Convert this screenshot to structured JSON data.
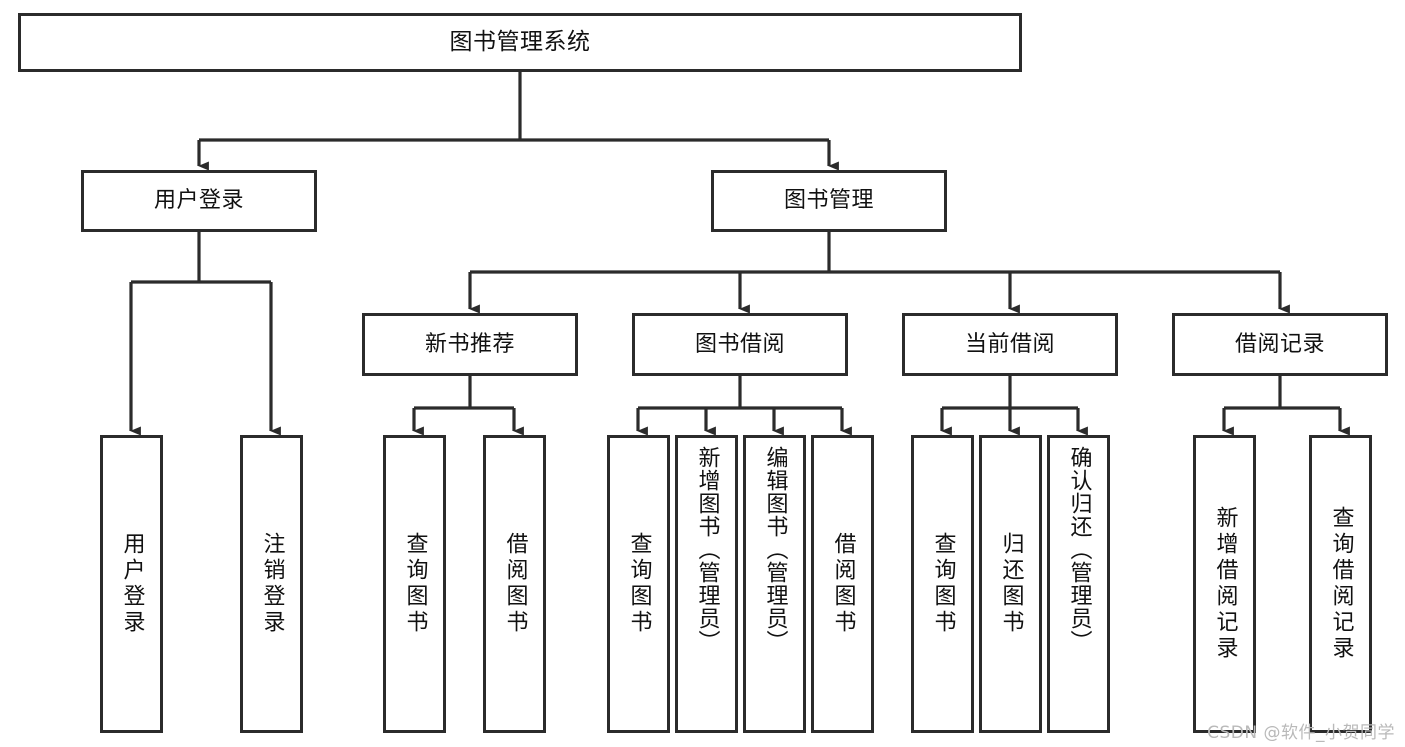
{
  "diagram": {
    "title": "图书管理系统",
    "type": "tree-hierarchy-flowchart",
    "colors": {
      "box_border": "#2b2b2b",
      "box_fill": "#ffffff",
      "connector": "#2b2b2b",
      "text": "#111111",
      "watermark": "#b9b9b9"
    },
    "root": {
      "label": "图书管理系统"
    },
    "level1": [
      {
        "label": "用户登录"
      },
      {
        "label": "图书管理"
      }
    ],
    "level2": [
      {
        "label": "新书推荐"
      },
      {
        "label": "图书借阅"
      },
      {
        "label": "当前借阅"
      },
      {
        "label": "借阅记录"
      }
    ],
    "leaves": {
      "user_login": [
        {
          "label": "用户登录"
        },
        {
          "label": "注销登录"
        }
      ],
      "new_book_recommend": [
        {
          "label": "查询图书"
        },
        {
          "label": "借阅图书"
        }
      ],
      "book_borrow": [
        {
          "label": "查询图书"
        },
        {
          "label": "新增图书（管理员）"
        },
        {
          "label": "编辑图书（管理员）"
        },
        {
          "label": "借阅图书"
        }
      ],
      "current_borrow": [
        {
          "label": "查询图书"
        },
        {
          "label": "归还图书"
        },
        {
          "label": "确认归还（管理员）"
        }
      ],
      "borrow_record": [
        {
          "label": "新增借阅记录"
        },
        {
          "label": "查询借阅记录"
        }
      ]
    }
  },
  "watermark": {
    "text": "CSDN @软件_小贺同学"
  }
}
